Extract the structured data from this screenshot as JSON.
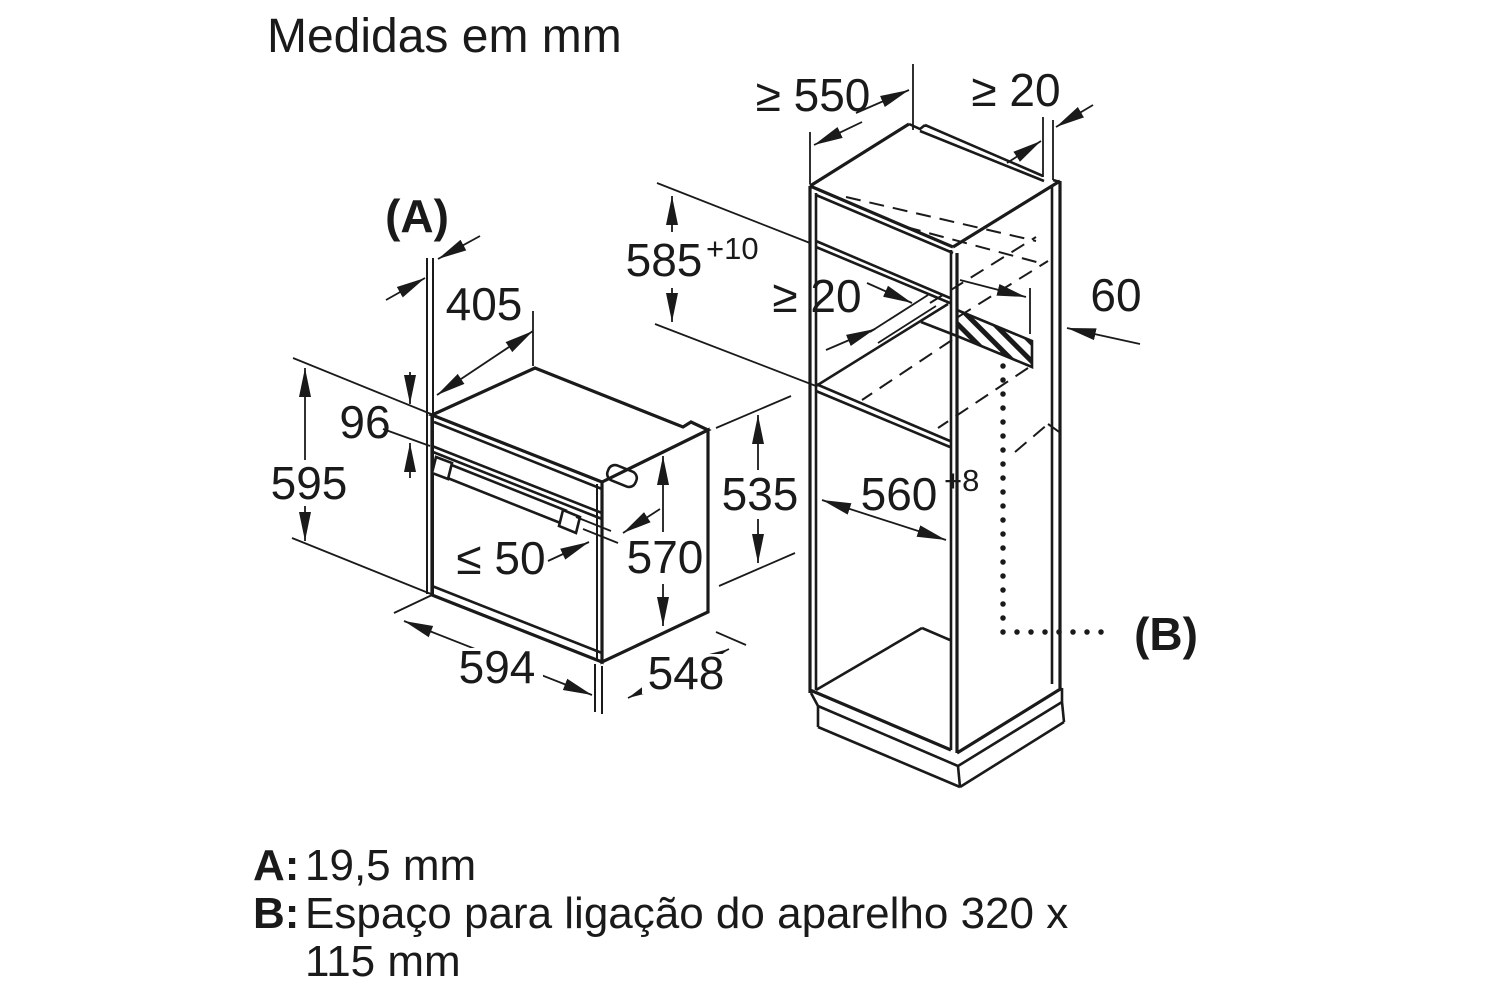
{
  "title": "Medidas em mm",
  "colors": {
    "line": "#1a1a1a",
    "background": "#ffffff"
  },
  "oven": {
    "callout": "(A)",
    "top_depth": "405",
    "control_panel_height": "96",
    "front_height": "595",
    "handle_clearance": "≤ 50",
    "carcass_inner_height": "570",
    "front_width": "594",
    "carcass_depth": "548",
    "carcass_rear_height": "535"
  },
  "cabinet": {
    "callout": "(B)",
    "min_worktop_depth": "≥ 550",
    "rear_top_gap": "≥ 20",
    "niche_height": "585",
    "niche_height_tolerance": "+10",
    "rear_shelf_gap": "≥ 20",
    "vent_section_height": "60",
    "niche_width": "560",
    "niche_width_tolerance": "+8"
  },
  "legend": {
    "items": [
      {
        "key": "A:",
        "lines": [
          "19,5 mm",
          ""
        ]
      },
      {
        "key": "B:",
        "lines": [
          "Espaço para ligação do aparelho 320 x",
          "115 mm"
        ]
      }
    ]
  }
}
